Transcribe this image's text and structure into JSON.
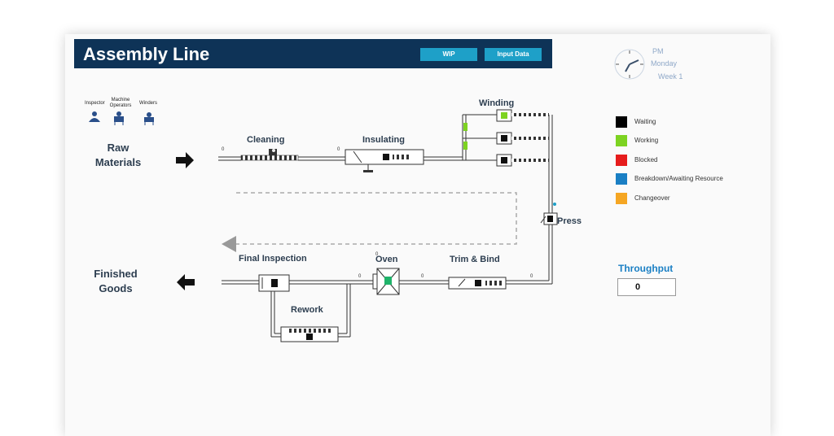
{
  "header": {
    "title": "Assembly Line",
    "wip_button": "WIP",
    "input_data_button": "Input Data"
  },
  "clock": {
    "period": "PM",
    "day": "Monday",
    "week": "Week 1"
  },
  "resources": {
    "inspector": "Inspector",
    "machine_operators": "Machine Operators",
    "winders": "Winders"
  },
  "stations": {
    "raw_materials": "Raw Materials",
    "cleaning": "Cleaning",
    "insulating": "Insulating",
    "winding": "Winding",
    "press": "Press",
    "trim_bind": "Trim & Bind",
    "oven": "Oven",
    "final_inspection": "Final Inspection",
    "rework": "Rework",
    "finished_goods": "Finished Goods"
  },
  "queues": {
    "q1": "0",
    "q2": "0",
    "q3": "0",
    "q4": "0",
    "q5": "0",
    "q6": "0"
  },
  "legend": [
    {
      "label": "Waiting",
      "color": "#000000"
    },
    {
      "label": "Working",
      "color": "#7dd321"
    },
    {
      "label": "Blocked",
      "color": "#e61c1c"
    },
    {
      "label": "Breakdown/Awaiting Resource",
      "color": "#1a7fc4"
    },
    {
      "label": "Changeover",
      "color": "#f5a623"
    }
  ],
  "throughput": {
    "label": "Throughput",
    "value": "0"
  },
  "colors": {
    "header_bg": "#0e3357",
    "button_bg": "#1ea0c8",
    "accent": "#1a7fc4"
  }
}
